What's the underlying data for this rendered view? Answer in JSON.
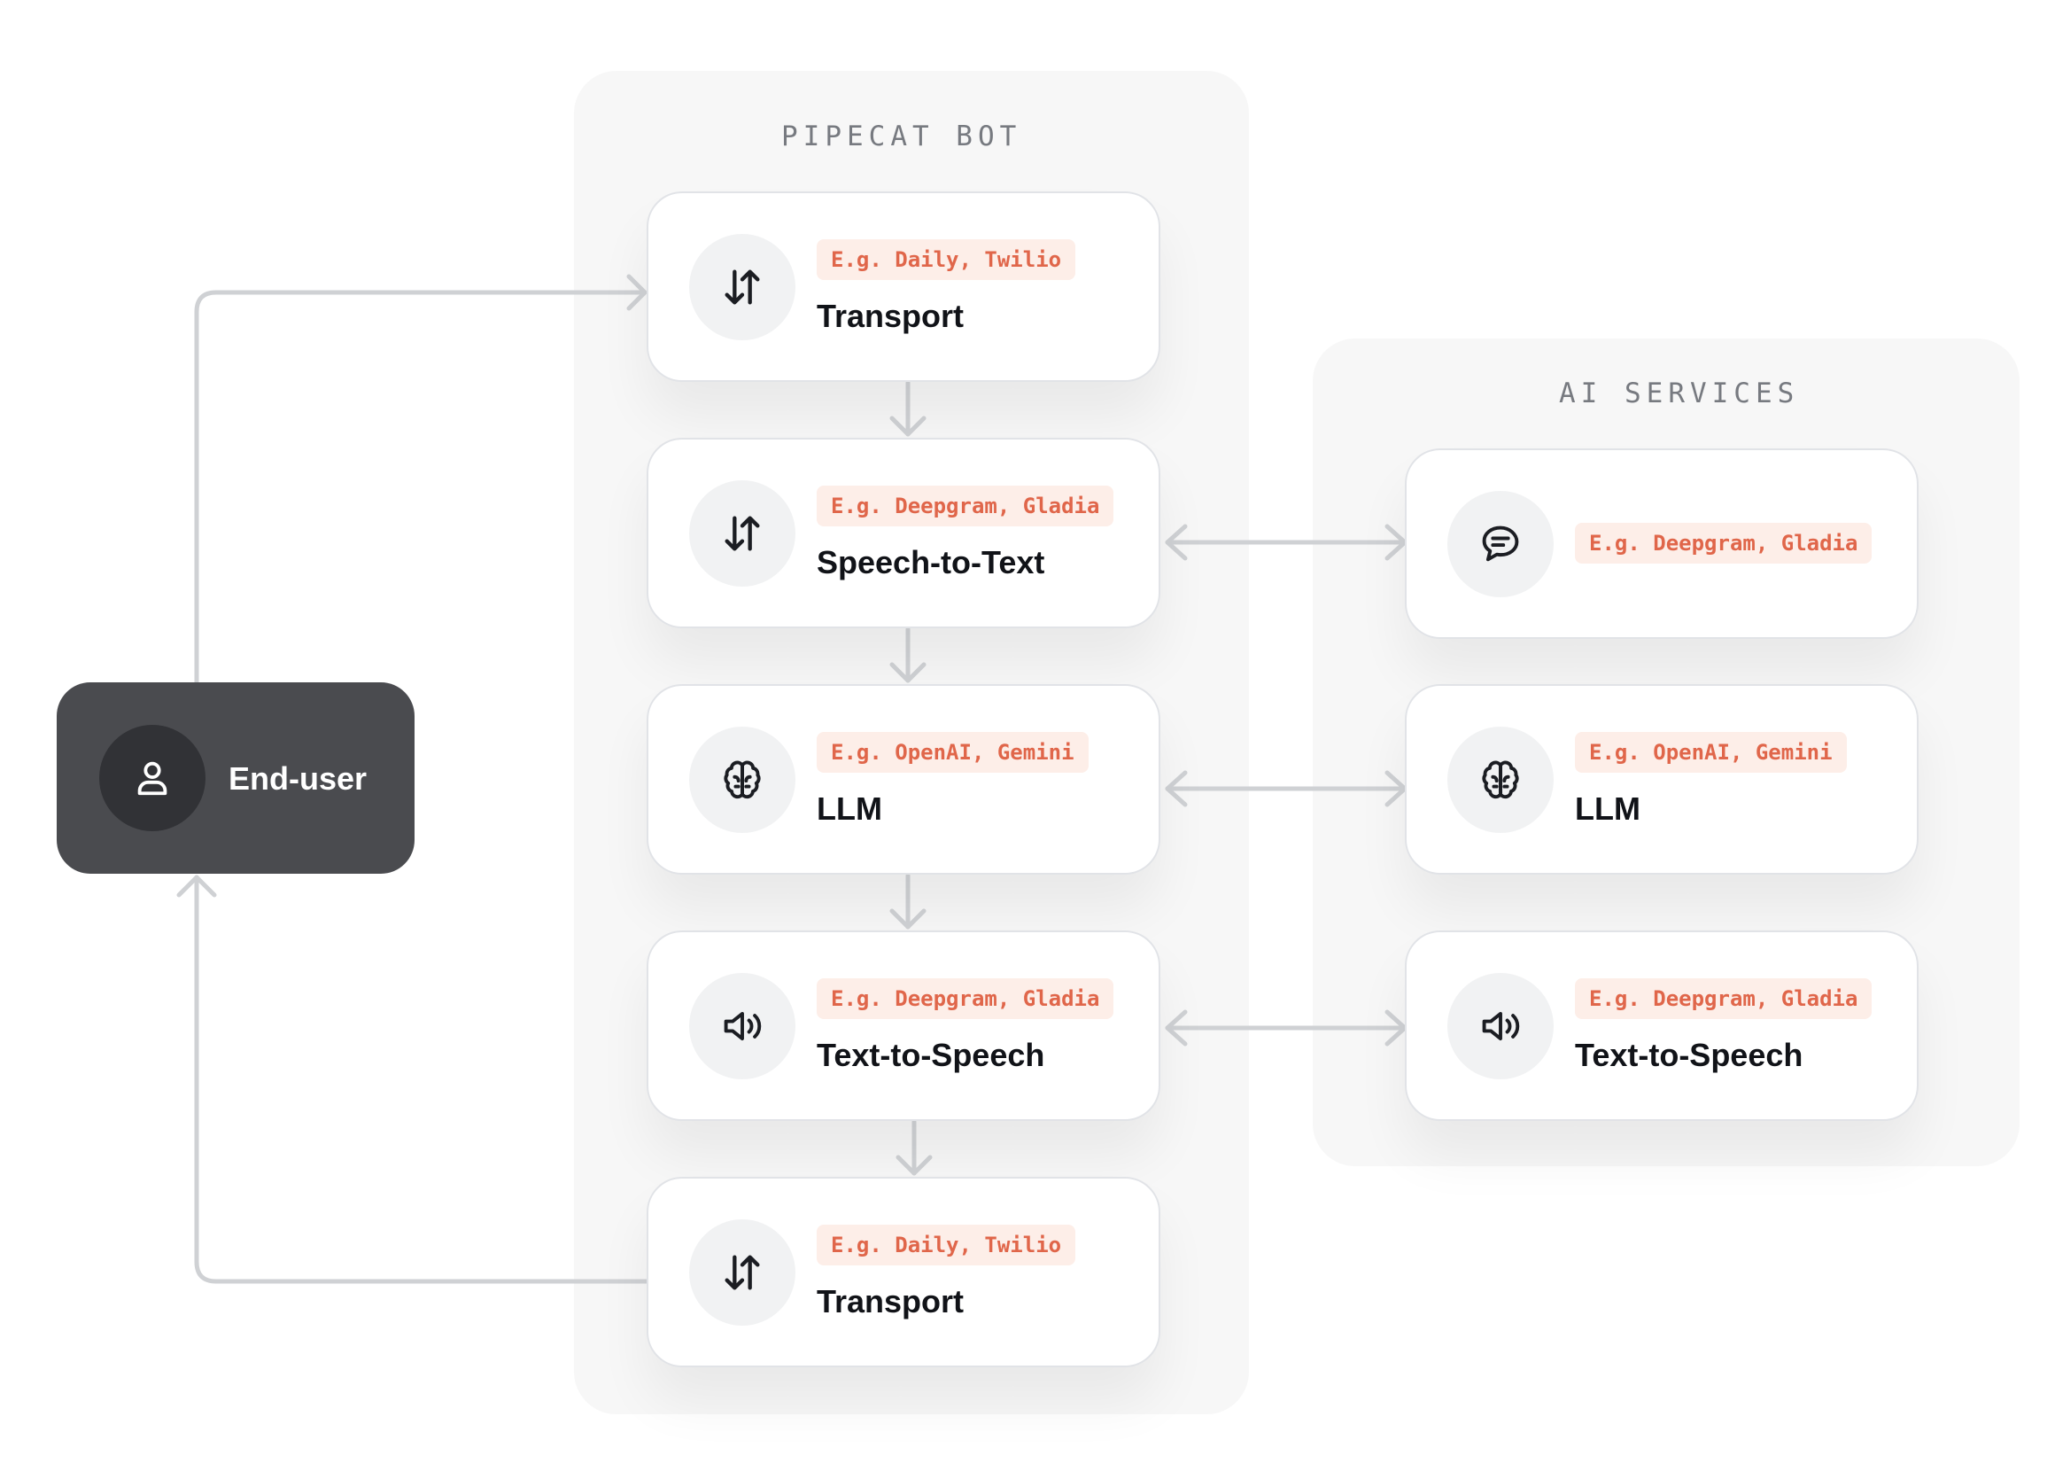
{
  "panels": {
    "bot": "PIPECAT BOT",
    "services": "AI SERVICES"
  },
  "end_user": {
    "label": "End-user",
    "icon": "user-icon"
  },
  "pipeline": [
    {
      "tag": "E.g. Daily, Twilio",
      "title": "Transport",
      "icon": "arrows-up-down-icon"
    },
    {
      "tag": "E.g. Deepgram, Gladia",
      "title": "Speech-to-Text",
      "icon": "arrows-up-down-icon"
    },
    {
      "tag": "E.g. OpenAI, Gemini",
      "title": "LLM",
      "icon": "brain-icon"
    },
    {
      "tag": "E.g. Deepgram, Gladia",
      "title": "Text-to-Speech",
      "icon": "speaker-icon"
    },
    {
      "tag": "E.g. Daily, Twilio",
      "title": "Transport",
      "icon": "arrows-up-down-icon"
    }
  ],
  "services": [
    {
      "tag": "E.g. Deepgram, Gladia",
      "icon": "chat-bubble-icon"
    },
    {
      "tag": "E.g. OpenAI, Gemini",
      "title": "LLM",
      "icon": "brain-icon"
    },
    {
      "tag": "E.g. Deepgram, Gladia",
      "title": "Text-to-Speech",
      "icon": "speaker-icon"
    }
  ],
  "colors": {
    "tag_text": "#e0664a",
    "tag_bg": "#fdeee8",
    "connector": "#cfd1d4",
    "end_user_bg": "#4a4b4f"
  }
}
